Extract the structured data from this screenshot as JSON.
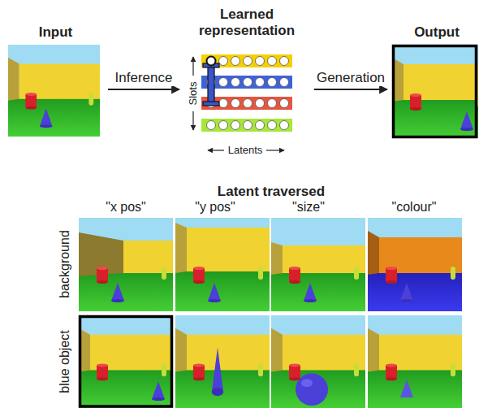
{
  "diagram": {
    "nodes": [
      {
        "text": [
          "Input"
        ]
      },
      {
        "text": [
          "Learned representation"
        ]
      },
      {
        "text": [
          "Output"
        ]
      }
    ],
    "edges": [
      {
        "from": 0,
        "to": 1,
        "arrow": "to",
        "label": "Inference"
      },
      {
        "from": 1,
        "to": 2,
        "arrow": "to",
        "label": "Generation"
      }
    ],
    "labels": [
      "Slots",
      "Latents",
      "Latent traversed",
      "\"x pos\"",
      "\"y pos\"",
      "\"size\"",
      "\"colour\"",
      "background",
      "blue object"
    ]
  }
}
